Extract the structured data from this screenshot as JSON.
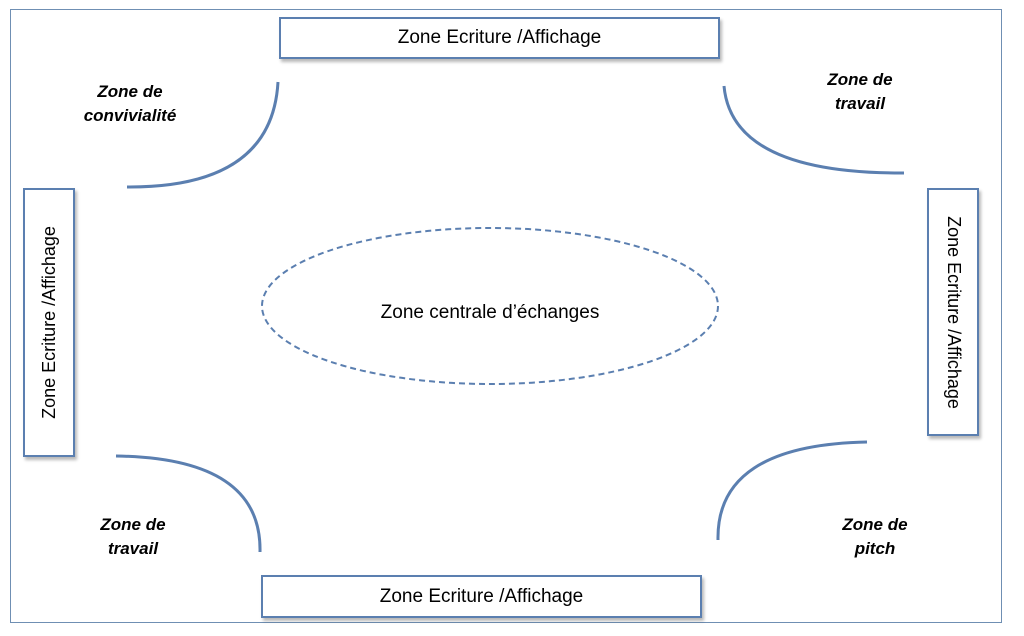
{
  "boxes": {
    "top": "Zone Ecriture /Affichage",
    "bottom": "Zone Ecriture /Affichage",
    "left": "Zone Ecriture /Affichage",
    "right": "Zone Ecriture /Affichage"
  },
  "zones": {
    "top_left": {
      "line1": "Zone de",
      "line2": "convivialité"
    },
    "top_right": {
      "line1": "Zone de",
      "line2": "travail"
    },
    "bottom_left": {
      "line1": "Zone de",
      "line2": "travail"
    },
    "bottom_right": {
      "line1": "Zone de",
      "line2": "pitch"
    }
  },
  "center": {
    "label": "Zone centrale d’échanges"
  },
  "colors": {
    "stroke": "#5b7fb0",
    "frame": "#6f8fb3",
    "text": "#000000",
    "background": "#ffffff"
  }
}
